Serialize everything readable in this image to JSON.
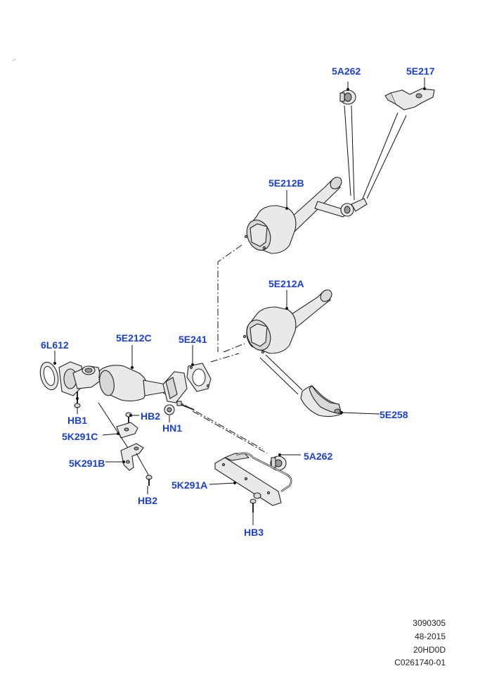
{
  "callouts": {
    "c_5a262_top": "5A262",
    "c_5e217": "5E217",
    "c_5e212b": "5E212B",
    "c_5e212a": "5E212A",
    "c_6l612": "6L612",
    "c_5e212c": "5E212C",
    "c_5e241": "5E241",
    "c_hb2_upper": "HB2",
    "c_hn1": "HN1",
    "c_hb1": "HB1",
    "c_5k291c": "5K291C",
    "c_5k291b": "5K291B",
    "c_hb2_lower": "HB2",
    "c_5e258": "5E258",
    "c_5a262_lower": "5A262",
    "c_5k291a": "5K291A",
    "c_hb3": "HB3"
  },
  "reference": {
    "line1": "3090305",
    "line2": "48-2015",
    "line3": "20HD0D",
    "line4": "C0261740-01"
  },
  "colors": {
    "callout_text": "#1a3fd4",
    "line_art": "#222222"
  }
}
